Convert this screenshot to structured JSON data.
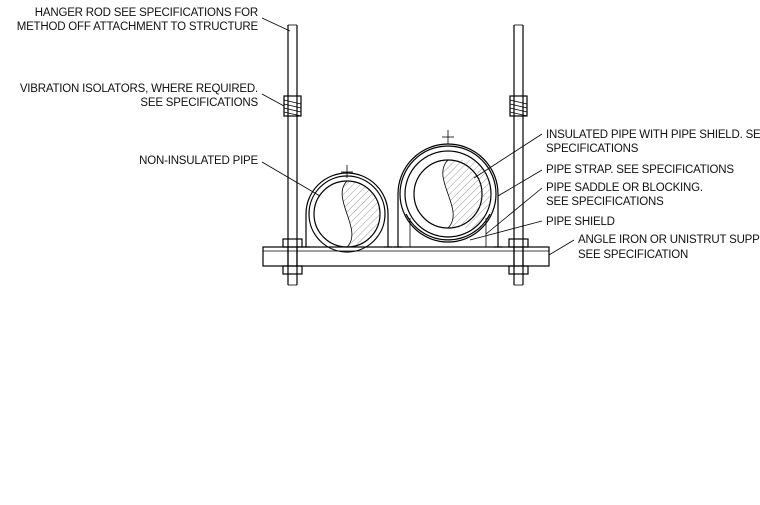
{
  "labels": {
    "hanger_rod": [
      "HANGER ROD SEE SPECIFICATIONS FOR",
      "METHOD OFF ATTACHMENT TO STRUCTURE"
    ],
    "vibration_isolators": [
      "VIBRATION ISOLATORS, WHERE REQUIRED.",
      "SEE SPECIFICATIONS"
    ],
    "non_insulated_pipe": [
      "NON-INSULATED PIPE"
    ],
    "insulated_pipe": [
      "INSULATED PIPE WITH PIPE SHIELD. SEE",
      "SPECIFICATIONS"
    ],
    "pipe_strap": [
      "PIPE STRAP. SEE SPECIFICATIONS"
    ],
    "pipe_saddle": [
      "PIPE SADDLE OR BLOCKING.",
      "SEE SPECIFICATIONS"
    ],
    "pipe_shield": [
      "PIPE SHIELD"
    ],
    "angle_iron": [
      "ANGLE IRON OR UNISTRUT SUPPORT.",
      "SEE SPECIFICATION"
    ]
  }
}
